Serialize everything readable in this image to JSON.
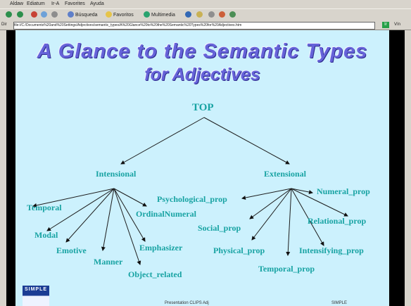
{
  "browser": {
    "menu": [
      "Aldaw",
      "Ediatum",
      "Ir-A",
      "Favorites",
      "Ayuda"
    ],
    "toolbar": [
      "Búsqueda",
      "Favoritos",
      "Multimedia"
    ],
    "address_label": "Dir",
    "address": "file://C:/Documents%20and%20Settings/Adjectives/semantic_types/A%20Glance%20to%20the%20Semantic%20Types%20for%20Adjectives.htm",
    "go_label": "Ir",
    "links_label": "Vín"
  },
  "slide": {
    "title_line_1": "A Glance to the Semantic Types",
    "title_line_2": "for Adjectives",
    "nodes": {
      "top": "TOP",
      "intensional": "Intensional",
      "extensional": "Extensional",
      "temporal": "Temporal",
      "modal": "Modal",
      "emotive": "Emotive",
      "manner": "Manner",
      "object_related": "Object_related",
      "emphasizer": "Emphasizer",
      "ordinal_numeral": "OrdinalNumeral",
      "psychological_prop": "Psychological_prop",
      "social_prop": "Social_prop",
      "physical_prop": "Physical_prop",
      "temporal_prop": "Temporal_prop",
      "intensifying_prop": "Intensifying_prop",
      "relational_prop": "Relational_prop",
      "numeral_prop": "Numeral_prop"
    },
    "footer_left": "Presentation CLIPS Adj",
    "footer_right": "SIMPLE"
  }
}
